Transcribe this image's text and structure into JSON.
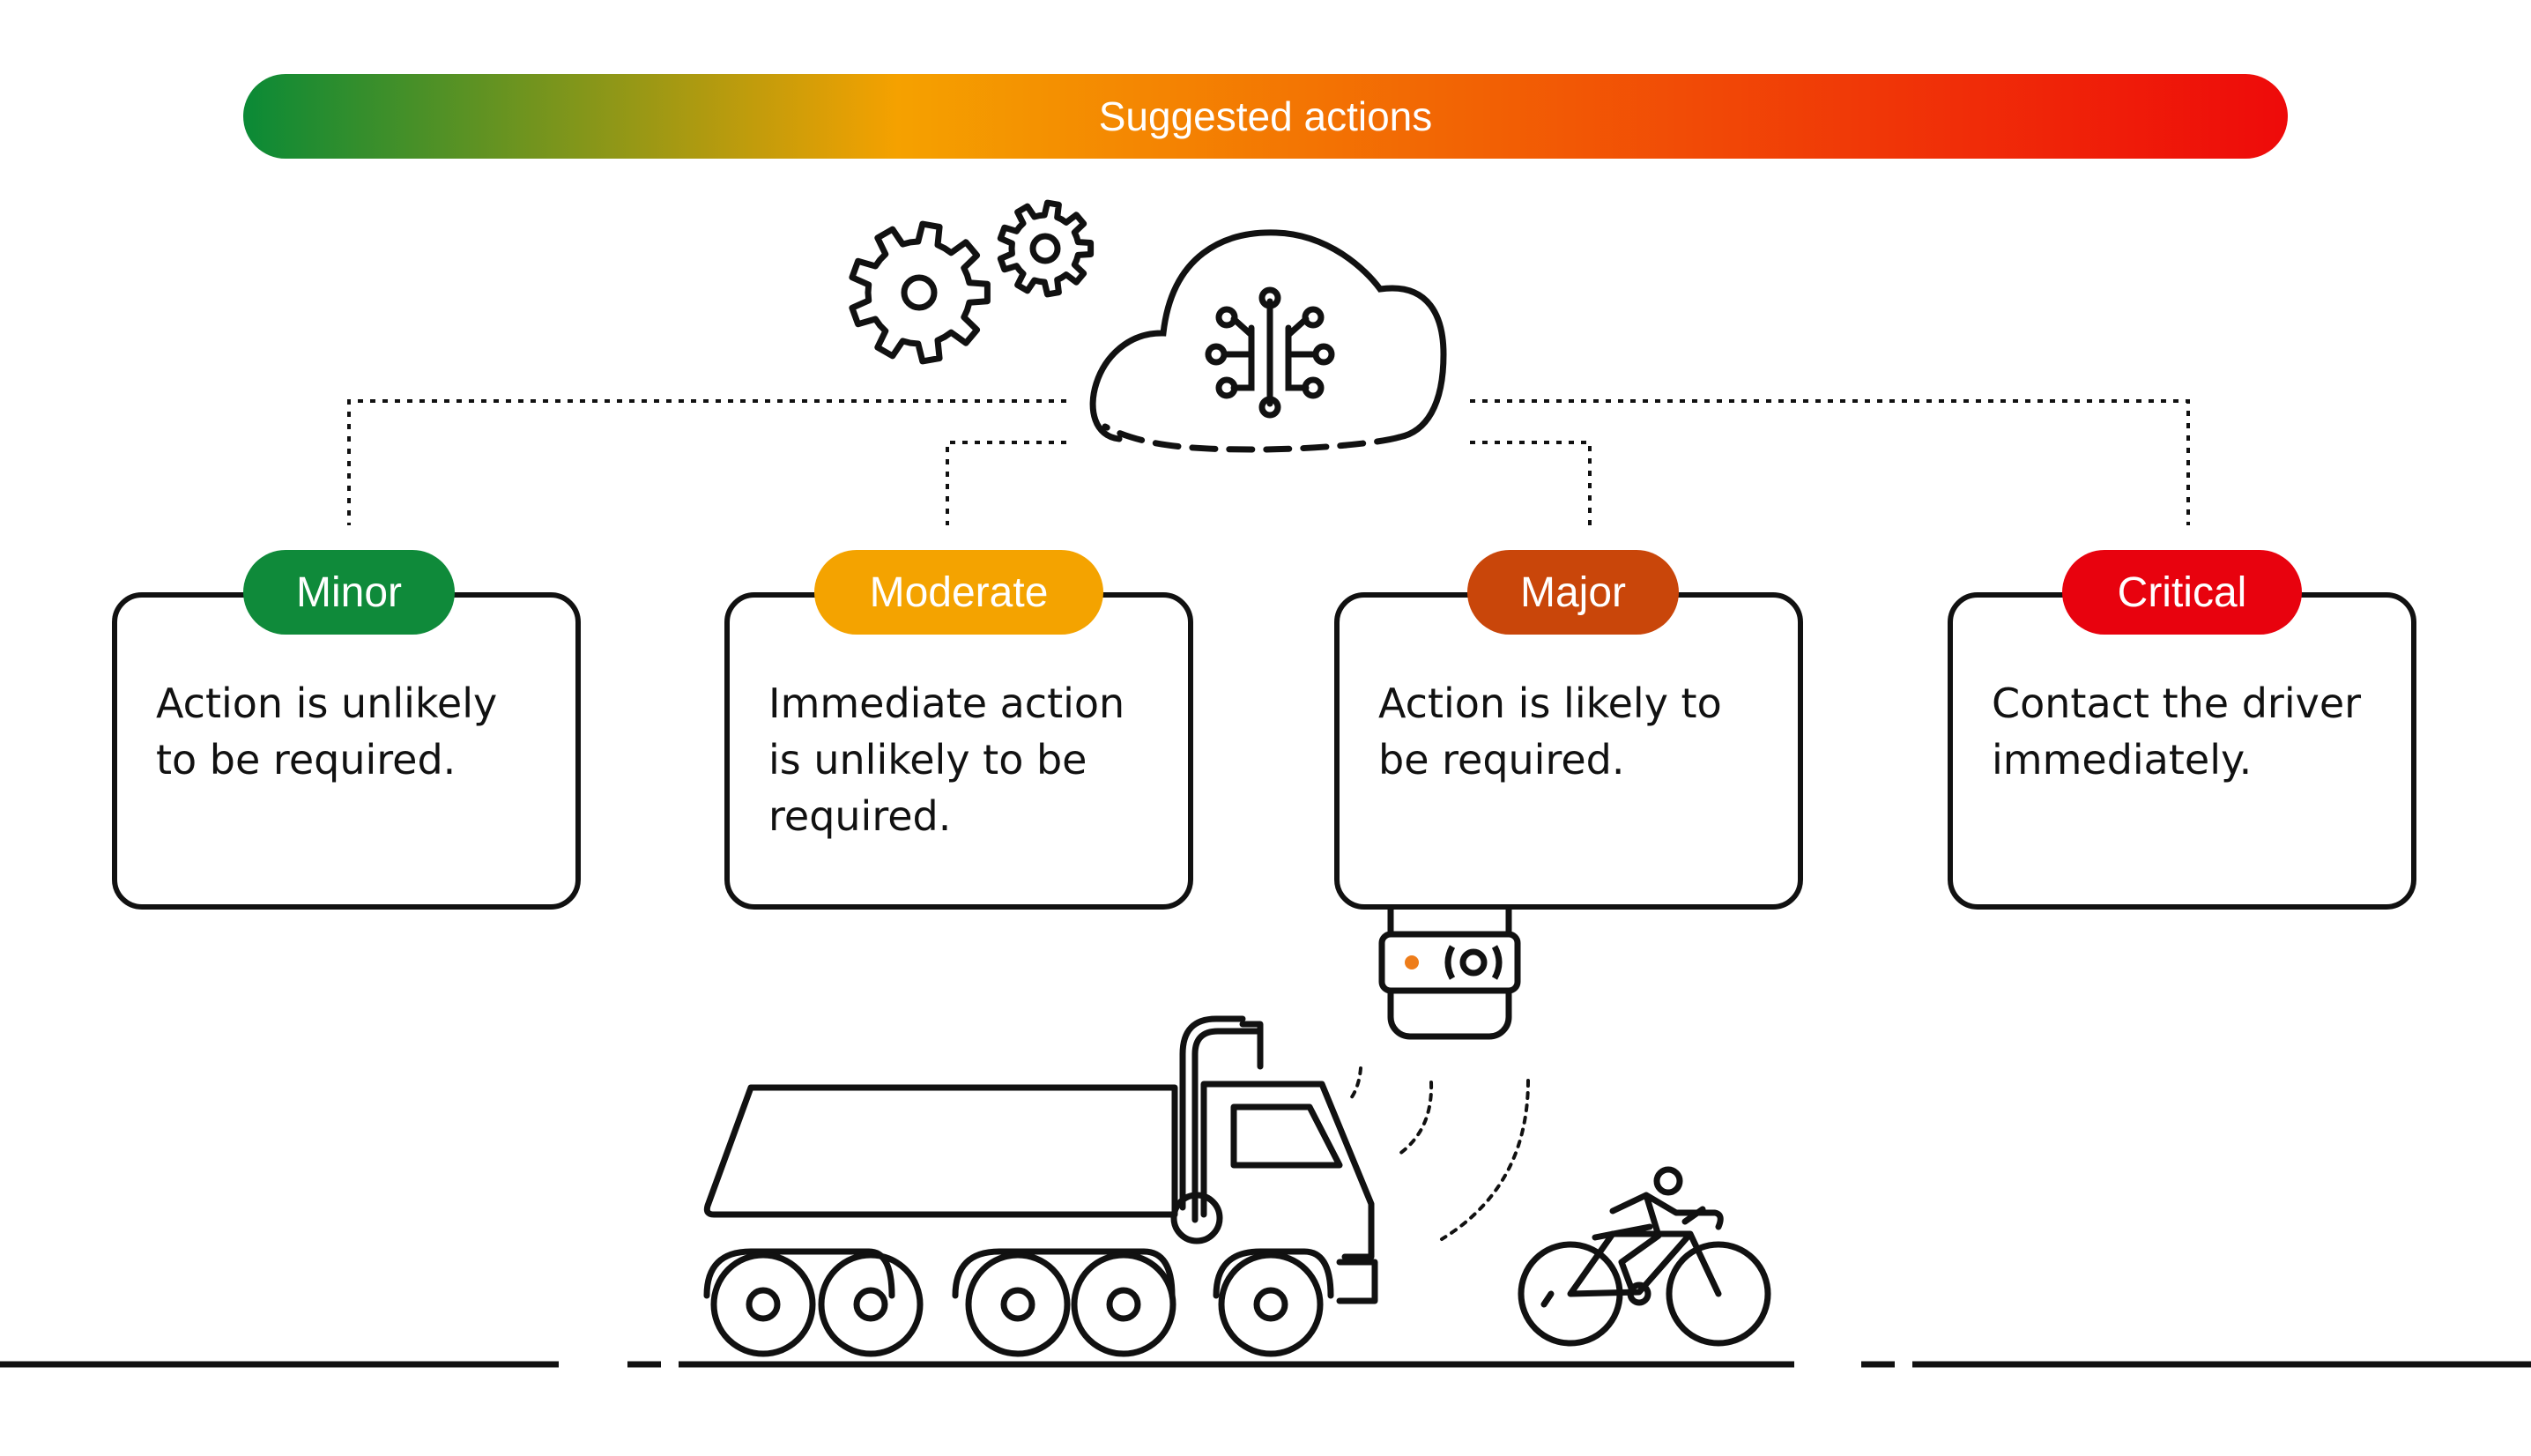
{
  "banner": {
    "label": "Suggested actions",
    "gradient": [
      "#0a8a36",
      "#f5a100",
      "#ee0a0a"
    ]
  },
  "cloud": {
    "icon": "cloud-ai-circuit-icon"
  },
  "gears": {
    "icon": "gears-icon"
  },
  "levels": [
    {
      "label": "Minor",
      "color": "#0f8a3a",
      "text": [
        "Action is unlikely",
        "to be required."
      ]
    },
    {
      "label": "Moderate",
      "color": "#f4a300",
      "text": [
        "Immediate action",
        "is unlikely to be",
        "required."
      ]
    },
    {
      "label": "Major",
      "color": "#c9460a",
      "text": [
        "Action is likely to",
        "be required."
      ]
    },
    {
      "label": "Critical",
      "color": "#e8020e",
      "text": [
        "Contact the driver",
        "immediately."
      ]
    }
  ],
  "scene": {
    "truck_icon": "dump-truck-icon",
    "sensor_icon": "sensor-icon",
    "cyclist_icon": "cyclist-icon",
    "sensor_accent": "#ee7d1a"
  }
}
